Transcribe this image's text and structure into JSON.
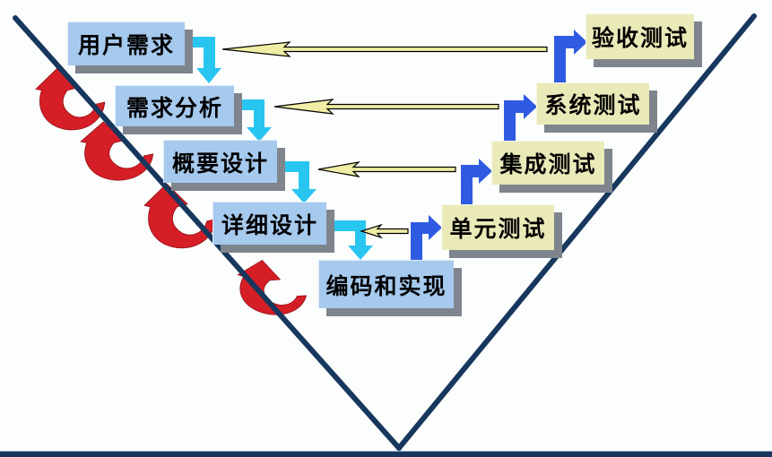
{
  "diagram": {
    "name": "v-model-development-testing-diagram",
    "left_stages": [
      {
        "label": "用户需求"
      },
      {
        "label": "需求分析"
      },
      {
        "label": "概要设计"
      },
      {
        "label": "详细设计"
      },
      {
        "label": "编码和实现"
      }
    ],
    "right_stages": [
      {
        "label": "单元测试"
      },
      {
        "label": "集成测试"
      },
      {
        "label": "系统测试"
      },
      {
        "label": "验收测试"
      }
    ],
    "colors": {
      "left_box_fill": "#a6c9ee",
      "right_box_fill": "#eaeab9",
      "box_shadow": "#7e858d",
      "flow_arrow_cyan": "#29c5f1",
      "test_arrow_blue": "#2f5be3",
      "verify_arrow_yellow": "#f0eda5",
      "feedback_arrow_red": "#d61e26",
      "v_line_navy": "#17375e",
      "bottom_bar": "#17375e"
    }
  }
}
